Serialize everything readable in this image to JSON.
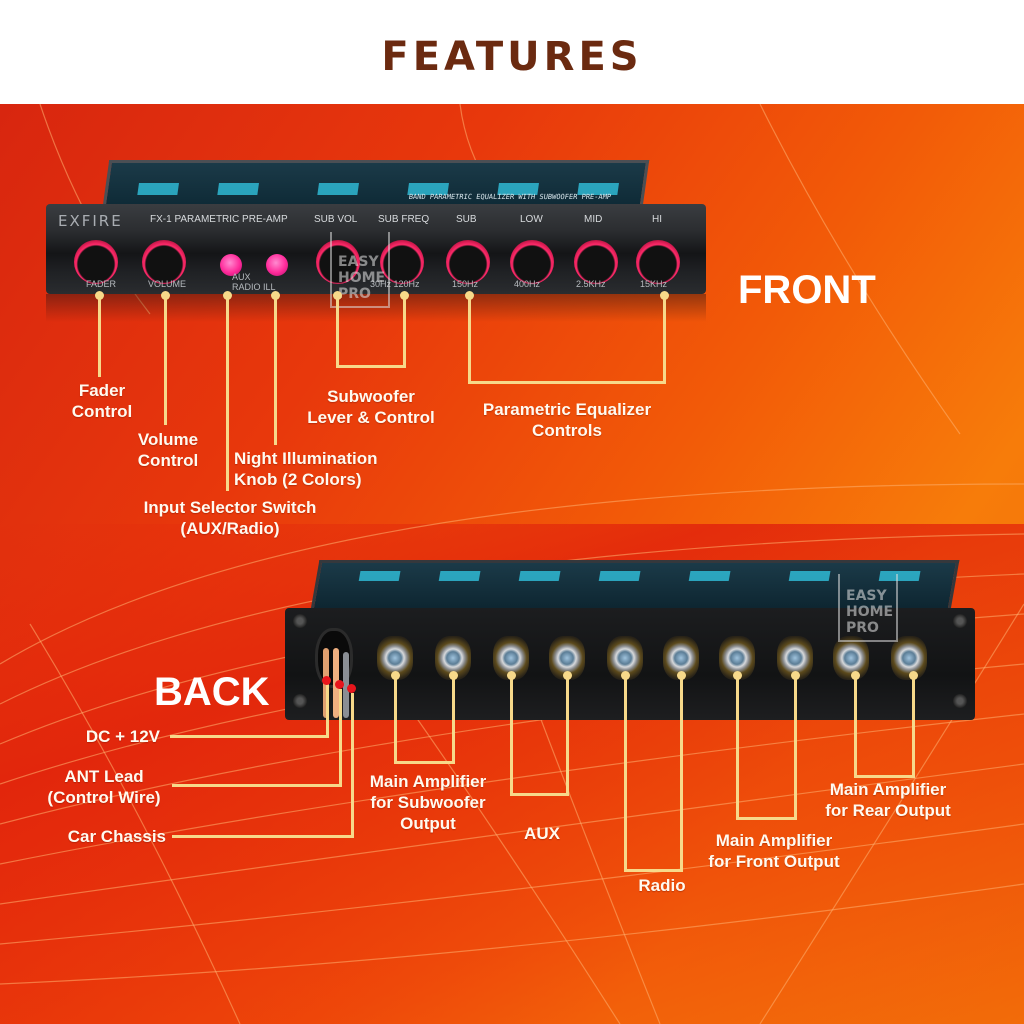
{
  "header": {
    "title": "FEATURES"
  },
  "sections": {
    "front_label": "FRONT",
    "back_label": "BACK"
  },
  "colors": {
    "title": "#6b2a10",
    "callout_line": "#f7d98a",
    "background_red": "#e8380c",
    "background_orange": "#f77c0a",
    "knob_glow": "#ff2a6a",
    "wire_marker": "#e8151c"
  },
  "front_device": {
    "brand": "EXFIRE",
    "model": "FX-1  PARAMETRIC PRE-AMP",
    "screen_text": "BAND PARAMETRIC EQUALIZER WITH SUBWOOFER PRE-AMP",
    "top_captions": [
      "SUB VOL",
      "SUB FREQ",
      "SUB",
      "LOW",
      "MID",
      "HI"
    ],
    "bottom_captions": [
      "FADER",
      "VOLUME",
      "AUX",
      "RADIO ILL",
      "30Hz  120Hz",
      "150Hz",
      "400Hz",
      "2.5KHz",
      "15KHz"
    ]
  },
  "watermark": {
    "line1": "EASY",
    "line2": "HOME",
    "line3": "PRO"
  },
  "front_callouts": {
    "fader": "Fader\nControl",
    "volume": "Volume\nControl",
    "input_selector": "Input Selector Switch\n(AUX/Radio)",
    "night_illumination": "Night Illumination\nKnob (2 Colors)",
    "subwoofer": "Subwoofer\nLever & Control",
    "parametric_eq": "Parametric Equalizer\nControls"
  },
  "back_callouts": {
    "dc": "DC + 12V",
    "ant": "ANT Lead\n(Control Wire)",
    "chassis": "Car Chassis",
    "sub_out": "Main Amplifier\nfor Subwoofer\nOutput",
    "aux": "AUX",
    "radio": "Radio",
    "front_out": "Main Amplifier\nfor Front Output",
    "rear_out": "Main Amplifier\nfor Rear Output"
  }
}
